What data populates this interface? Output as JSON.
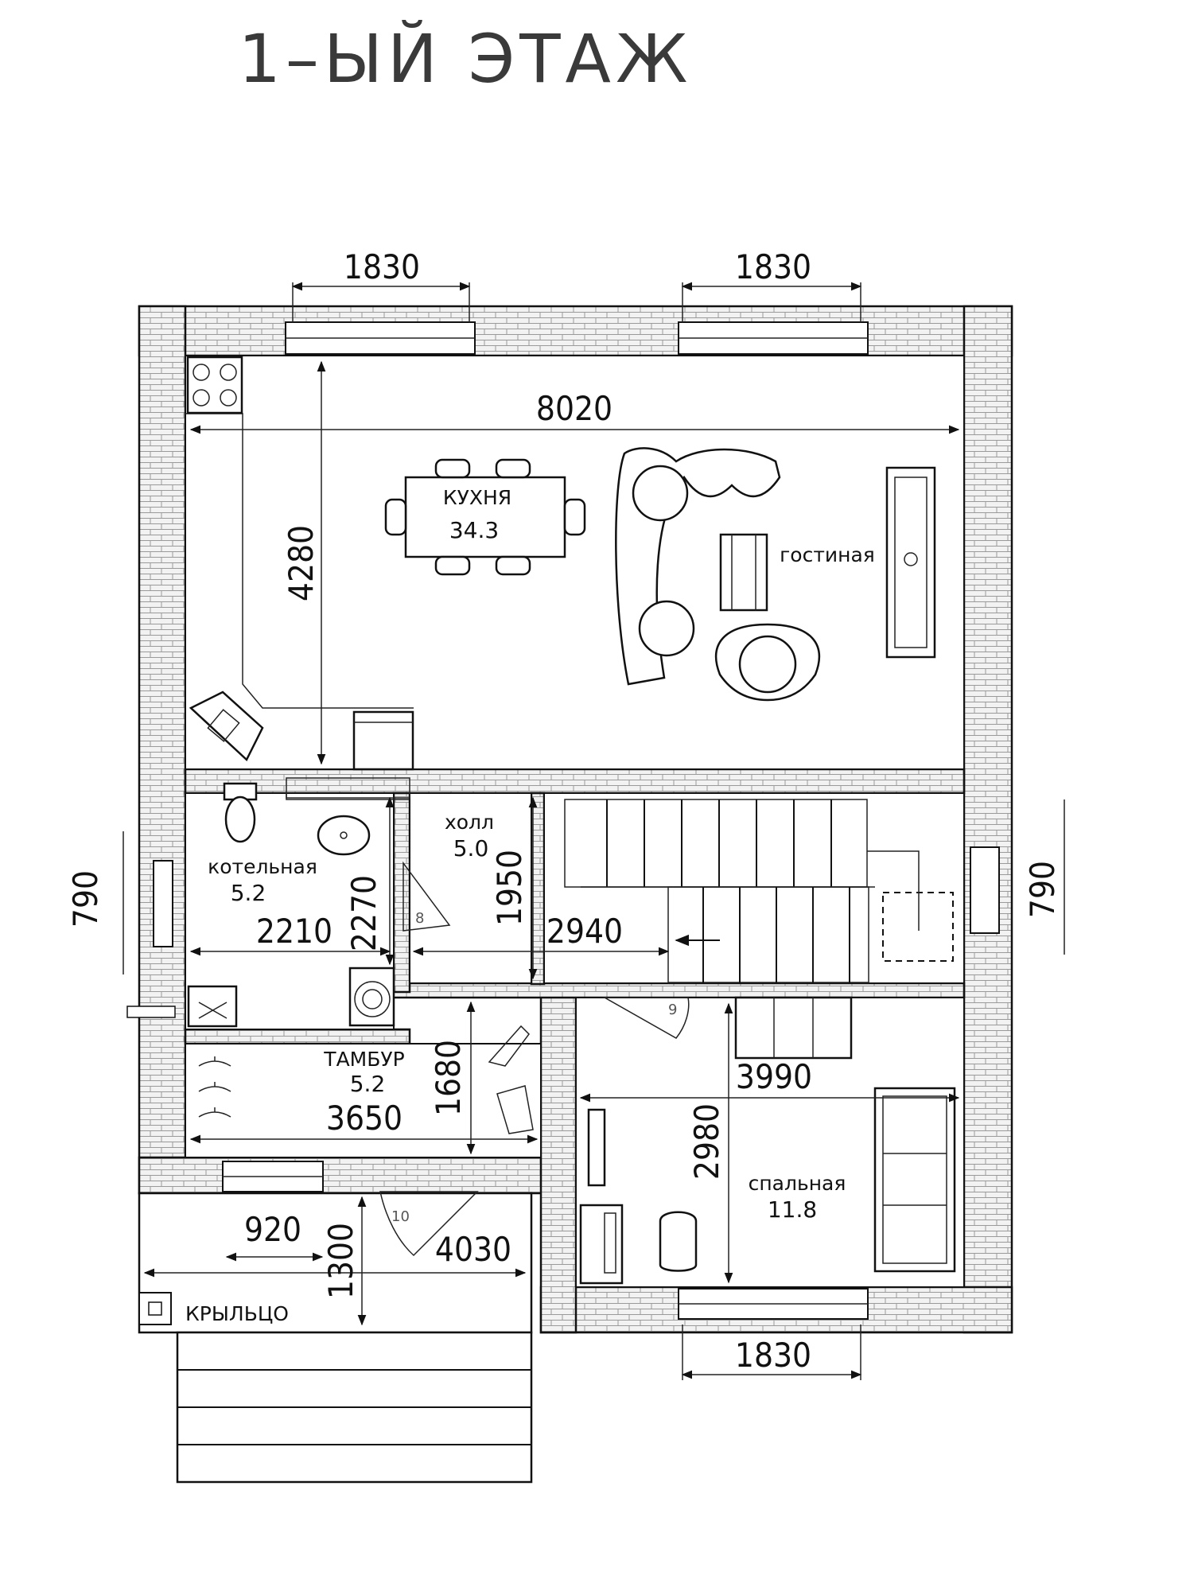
{
  "title": "1–ЫЙ ЭТАЖ",
  "rooms": [
    {
      "id": "kitchen",
      "name": "КУХНЯ",
      "area": "34.3"
    },
    {
      "id": "living",
      "name": "гостиная",
      "area": ""
    },
    {
      "id": "boiler",
      "name": "котельная",
      "area": "5.2"
    },
    {
      "id": "hall",
      "name": "холл",
      "area": "5.0"
    },
    {
      "id": "vestibule",
      "name": "ТАМБУР",
      "area": "5.2"
    },
    {
      "id": "bedroom",
      "name": "спальная",
      "area": "11.8"
    },
    {
      "id": "porch",
      "name": "КРЫЛЬЦО",
      "area": ""
    }
  ],
  "dimensions": {
    "top_window_left": "1830",
    "top_window_right": "1830",
    "bottom_window": "1830",
    "kitchen_width": "8020",
    "kitchen_depth": "4280",
    "side_window_left": "790",
    "side_window_right": "790",
    "boiler_width": "2210",
    "boiler_depth": "2270",
    "hall_depth": "1950",
    "hall_width": "2940",
    "vestibule_depth": "1680",
    "vestibule_width": "3650",
    "bedroom_width": "3990",
    "bedroom_depth": "2980",
    "entry_window": "920",
    "porch_depth": "1300",
    "porch_width": "4030"
  },
  "doors": [
    "8",
    "9",
    "10"
  ]
}
